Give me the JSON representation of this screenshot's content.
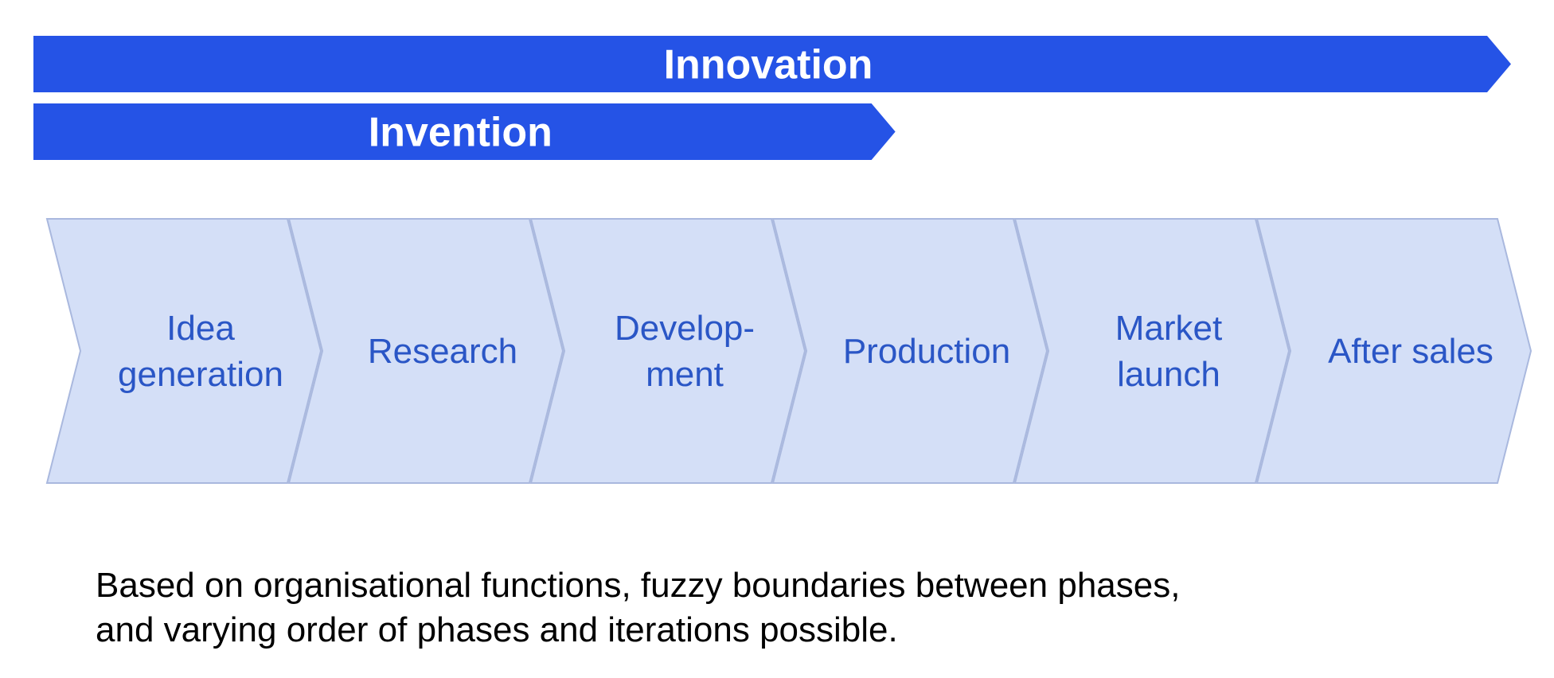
{
  "colors": {
    "bar_fill": "#2553e6",
    "bar_text": "#ffffff",
    "phase_fill": "#d4dff7",
    "phase_stroke": "#a9b8de",
    "phase_text": "#2a56c6",
    "caption_text": "#000000"
  },
  "bars": [
    {
      "id": "innovation",
      "label": "Innovation",
      "spans_phases": 6
    },
    {
      "id": "invention",
      "label": "Invention",
      "spans_phases": 3.5
    }
  ],
  "phases": [
    {
      "id": "idea-generation",
      "lines": [
        "Idea",
        "generation"
      ]
    },
    {
      "id": "research",
      "lines": [
        "Research"
      ]
    },
    {
      "id": "development",
      "lines": [
        "Develop-",
        "ment"
      ]
    },
    {
      "id": "production",
      "lines": [
        "Production"
      ]
    },
    {
      "id": "market-launch",
      "lines": [
        "Market",
        "launch"
      ]
    },
    {
      "id": "after-sales",
      "lines": [
        "After sales"
      ]
    }
  ],
  "caption": {
    "line1": "Based on organisational functions, fuzzy boundaries between phases,",
    "line2": "and varying order of phases and iterations possible."
  }
}
